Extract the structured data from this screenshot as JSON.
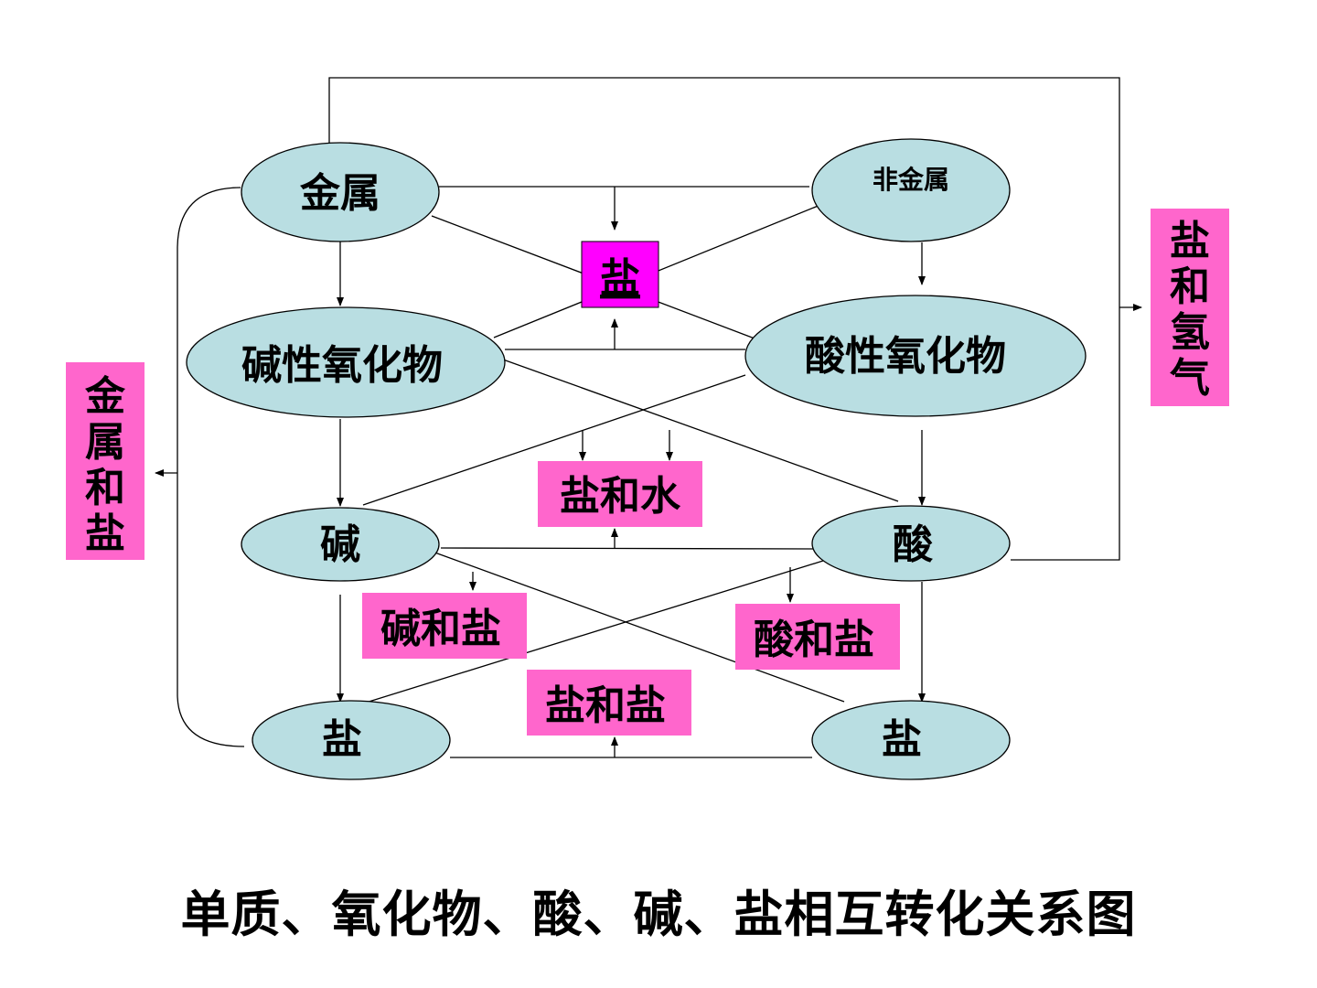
{
  "nodes": {
    "metal": "金属",
    "nonmetal": "非金属",
    "basic_oxide": "碱性氧化物",
    "acidic_oxide": "酸性氧化物",
    "base": "碱",
    "acid": "酸",
    "salt_left": "盐",
    "salt_right": "盐"
  },
  "products": {
    "salt": "盐",
    "salt_water": "盐和水",
    "base_salt": "碱和盐",
    "acid_salt": "酸和盐",
    "salt_salt": "盐和盐",
    "metal_salt": "金属和盐",
    "salt_hydrogen": "盐和氢气"
  },
  "caption": "单质、氧化物、酸、碱、盐相互转化关系图",
  "colors": {
    "node_fill": "#b9dee2",
    "product_fill": "#ff66cc",
    "salt_fill": "#ff00ff"
  }
}
